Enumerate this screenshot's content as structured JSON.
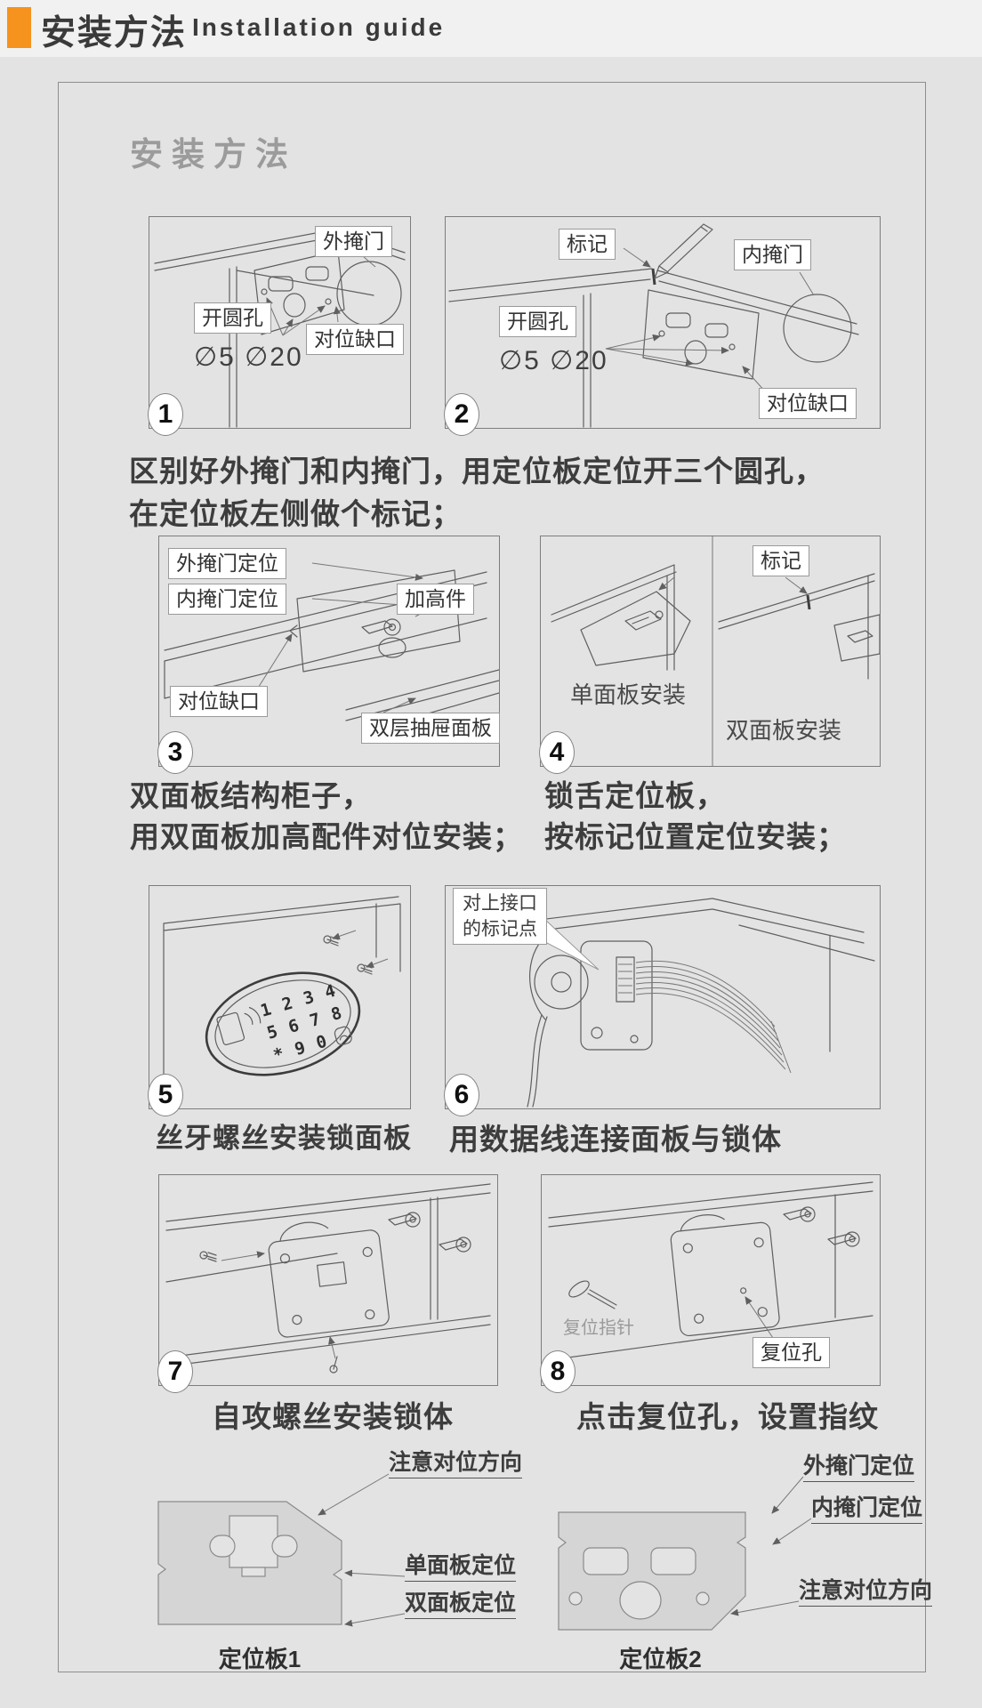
{
  "header": {
    "title_zh": "安装方法",
    "title_en": "Installation guide",
    "accent_color": "#f6921e"
  },
  "panel": {
    "title": "安装方法"
  },
  "steps": [
    {
      "num": "1",
      "labels": {
        "outer_door": "外掩门",
        "drill_hole": "开圆孔",
        "hole_sizes": "∅5 ∅20",
        "align_notch": "对位缺口"
      }
    },
    {
      "num": "2",
      "labels": {
        "mark": "标记",
        "inner_door": "内掩门",
        "drill_hole": "开圆孔",
        "hole_sizes": "∅5 ∅20",
        "align_notch": "对位缺口"
      }
    },
    {
      "num": "3",
      "labels": {
        "outer_door_pos": "外掩门定位",
        "inner_door_pos": "内掩门定位",
        "riser": "加高件",
        "align_notch": "对位缺口",
        "double_drawer_panel": "双层抽屉面板"
      }
    },
    {
      "num": "4",
      "labels": {
        "mark": "标记",
        "single_panel_install": "单面板安装",
        "double_panel_install": "双面板安装"
      }
    },
    {
      "num": "5",
      "caption": "丝牙螺丝安装锁面板",
      "keypad": [
        "1",
        "2",
        "3",
        "4",
        "5",
        "6",
        "7",
        "8",
        "*",
        "9",
        "0"
      ]
    },
    {
      "num": "6",
      "caption": "用数据线连接面板与锁体",
      "labels": {
        "bubble_line1": "对上接口",
        "bubble_line2": "的标记点"
      }
    },
    {
      "num": "7",
      "caption": "自攻螺丝安装锁体"
    },
    {
      "num": "8",
      "caption": "点击复位孔，设置指纹",
      "labels": {
        "reset_pin": "复位指针",
        "reset_hole": "复位孔"
      }
    }
  ],
  "row_captions": {
    "row1_line1": "区别好外掩门和内掩门，用定位板定位开三个圆孔，",
    "row1_line2": "在定位板左侧做个标记；",
    "row2_left_line1": "双面板结构柜子，",
    "row2_left_line2": "用双面板加高配件对位安装；",
    "row2_right_line1": "锁舌定位板，",
    "row2_right_line2": "按标记位置定位安装；"
  },
  "plates": {
    "plate1": {
      "caption": "定位板1",
      "labels": {
        "direction_note": "注意对位方向",
        "single_panel": "单面板定位",
        "double_panel": "双面板定位"
      }
    },
    "plate2": {
      "caption": "定位板2",
      "labels": {
        "outer_door_pos": "外掩门定位",
        "inner_door_pos": "内掩门定位",
        "direction_note": "注意对位方向"
      }
    }
  }
}
